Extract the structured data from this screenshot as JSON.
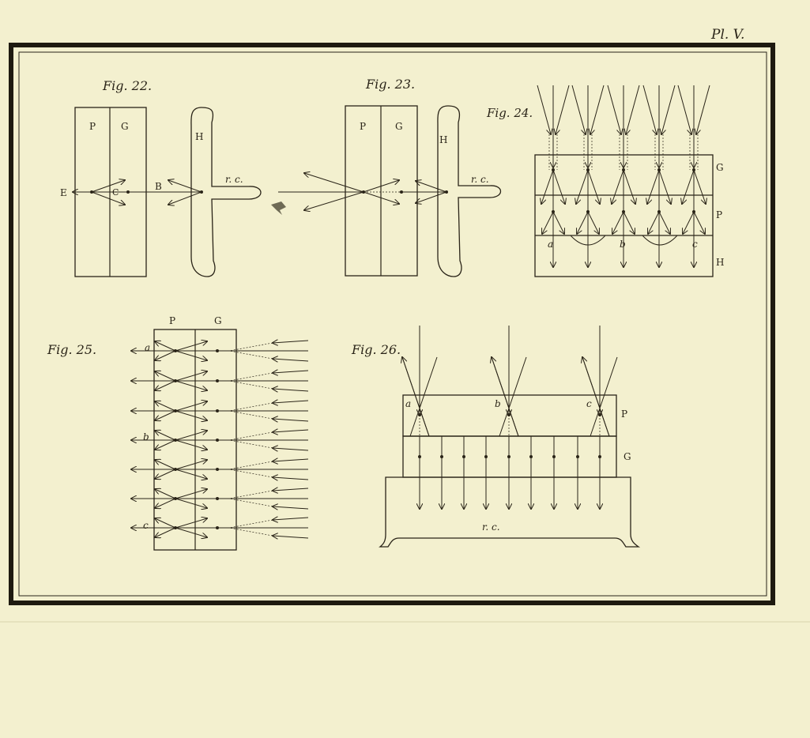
{
  "plate_label": "Pl. V.",
  "figures": {
    "fig22": {
      "title": "Fig. 22.",
      "P": "P",
      "G": "G",
      "E": "E",
      "C": "C",
      "B": "B",
      "H": "H",
      "rc": "r. c."
    },
    "fig23": {
      "title": "Fig. 23.",
      "P": "P",
      "G": "G",
      "H": "H",
      "rc": "r. c."
    },
    "fig24": {
      "title": "Fig. 24.",
      "G": "G",
      "P": "P",
      "H": "H",
      "a": "a",
      "b": "b",
      "c": "c"
    },
    "fig25": {
      "title": "Fig. 25.",
      "P": "P",
      "G": "G",
      "a": "a",
      "b": "b",
      "c": "c"
    },
    "fig26": {
      "title": "Fig. 26.",
      "P": "P",
      "G": "G",
      "a": "a",
      "b": "b",
      "c": "c",
      "rc": "r. c."
    }
  },
  "colors": {
    "paper": "#f3f0cf",
    "ink": "#2a2418"
  }
}
